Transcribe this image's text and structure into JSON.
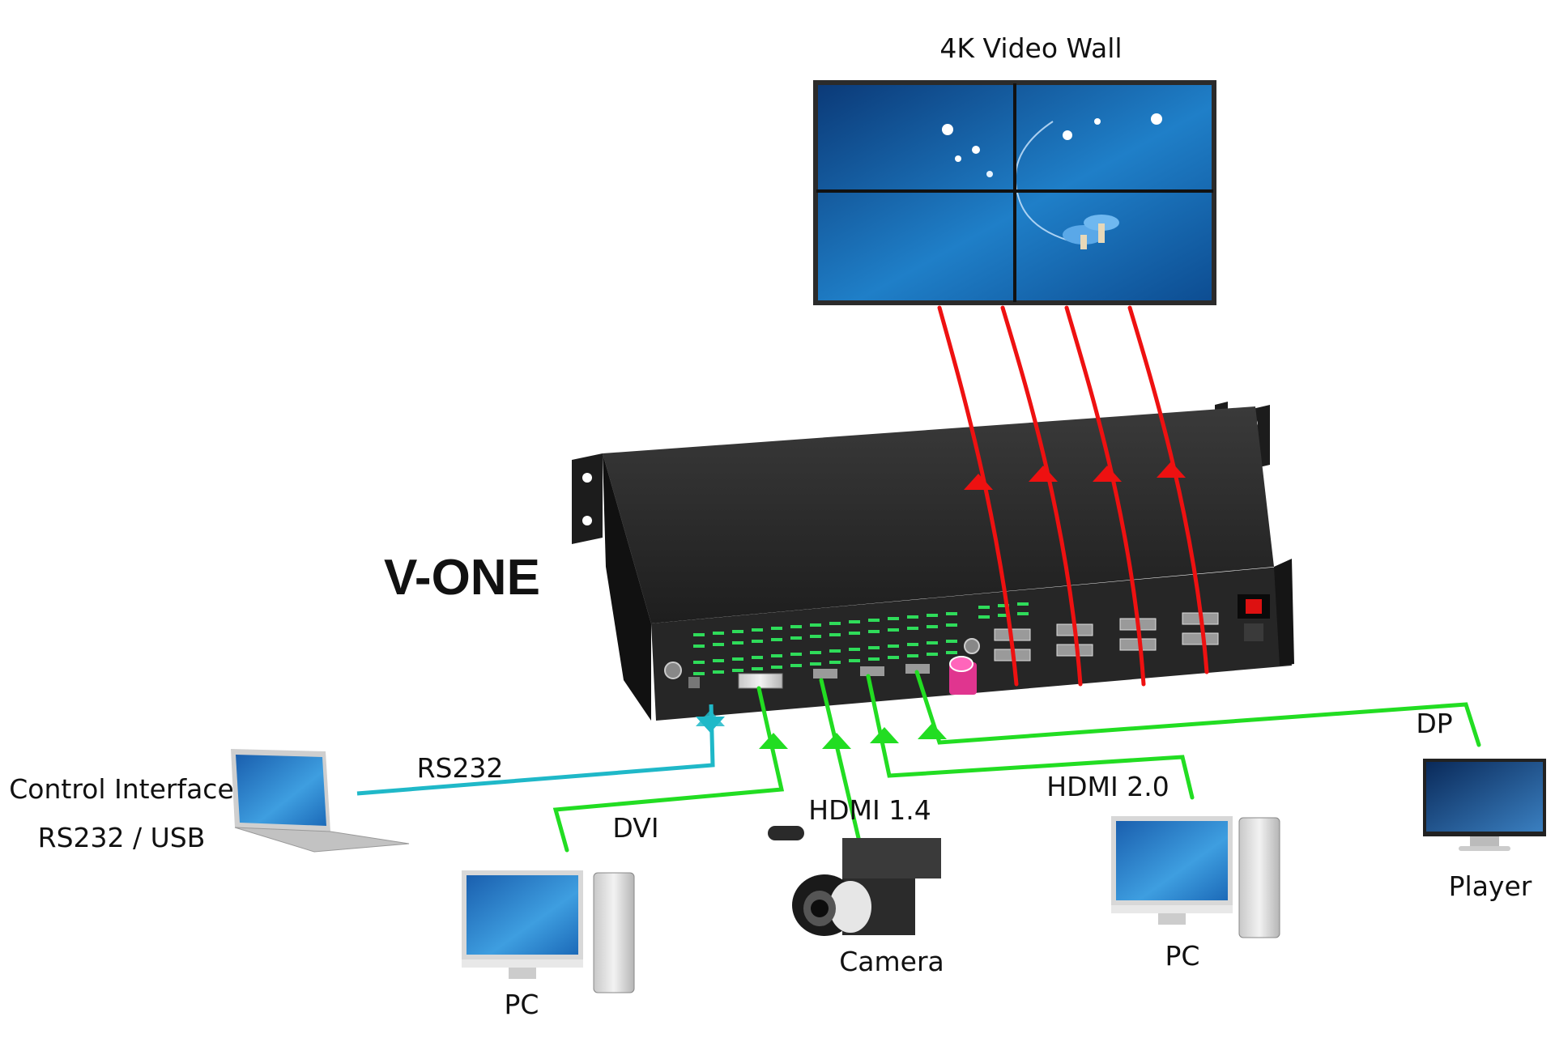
{
  "colors": {
    "output_cable": "#ee1111",
    "input_cable": "#22dd22",
    "control_cable": "#1fb8c8",
    "device_body": "#2a2a2a",
    "screen_blue": "#1a6fb8"
  },
  "title": "V-ONE",
  "video_wall": {
    "label": "4K Video Wall"
  },
  "control": {
    "line1": "Control Interface",
    "line2": "RS232 / USB",
    "cable_label": "RS232"
  },
  "sources": [
    {
      "device": "PC",
      "cable": "DVI"
    },
    {
      "device": "Camera",
      "cable": "HDMI 1.4"
    },
    {
      "device": "PC",
      "cable": "HDMI 2.0"
    },
    {
      "device": "Player",
      "cable": "DP"
    }
  ],
  "icons": [
    "laptop-icon",
    "desktop-pc-icon",
    "camcorder-icon",
    "monitor-icon",
    "video-wall-icon",
    "rack-device-icon"
  ]
}
